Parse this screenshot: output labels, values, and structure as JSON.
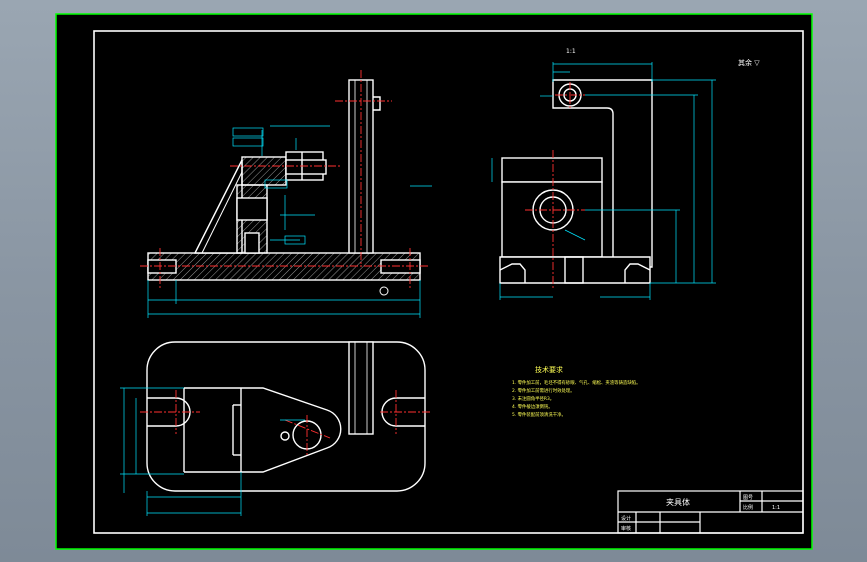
{
  "colors": {
    "background": "#8b97a4",
    "sheet": "#000000",
    "border": "#00ff00",
    "line": "#ffffff",
    "center_line": "#ff3030",
    "dimension": "#00e5ff",
    "note_text": "#ffff55"
  },
  "section_label": "1:1",
  "roughness_note": "其余 ▽",
  "tech_requirements": {
    "title": "技术要求",
    "items": [
      "1. 零件加工前，毛坯不得有砂眼、气孔、缩松、夹渣等铸造缺陷。",
      "2. 零件加工前需进行时效处理。",
      "3. 未注圆角半径R3。",
      "4. 零件棱边须倒钝。",
      "5. 零件装配前须清洗干净。"
    ]
  },
  "title_block": {
    "name": "夹具体",
    "drawing_no_label": "图号",
    "drawing_no": "",
    "scale_label": "比例",
    "scale": "1:1",
    "designer_label": "设计",
    "checker_label": "审核"
  }
}
